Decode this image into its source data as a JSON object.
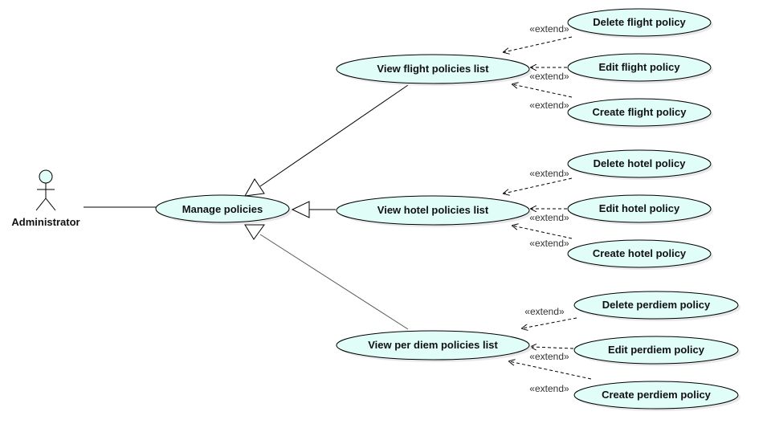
{
  "colors": {
    "usecase_fill": "#e0fdf8",
    "stroke": "#000000",
    "shadow": "#e8e8e8"
  },
  "actor": {
    "label": "Administrator",
    "icon": "stick-figure-icon"
  },
  "use_cases": {
    "manage": "Manage policies",
    "flight_list": "View flight policies list",
    "hotel_list": "View hotel policies list",
    "perdiem_list": "View per diem policies list",
    "delete_flight": "Delete flight policy",
    "edit_flight": "Edit flight policy",
    "create_flight": "Create flight policy",
    "delete_hotel": "Delete hotel policy",
    "edit_hotel": "Edit hotel policy",
    "create_hotel": "Create hotel policy",
    "delete_perdiem": "Delete perdiem policy",
    "edit_perdiem": "Edit perdiem policy",
    "create_perdiem": "Create perdiem policy"
  },
  "stereotype": "«extend»"
}
